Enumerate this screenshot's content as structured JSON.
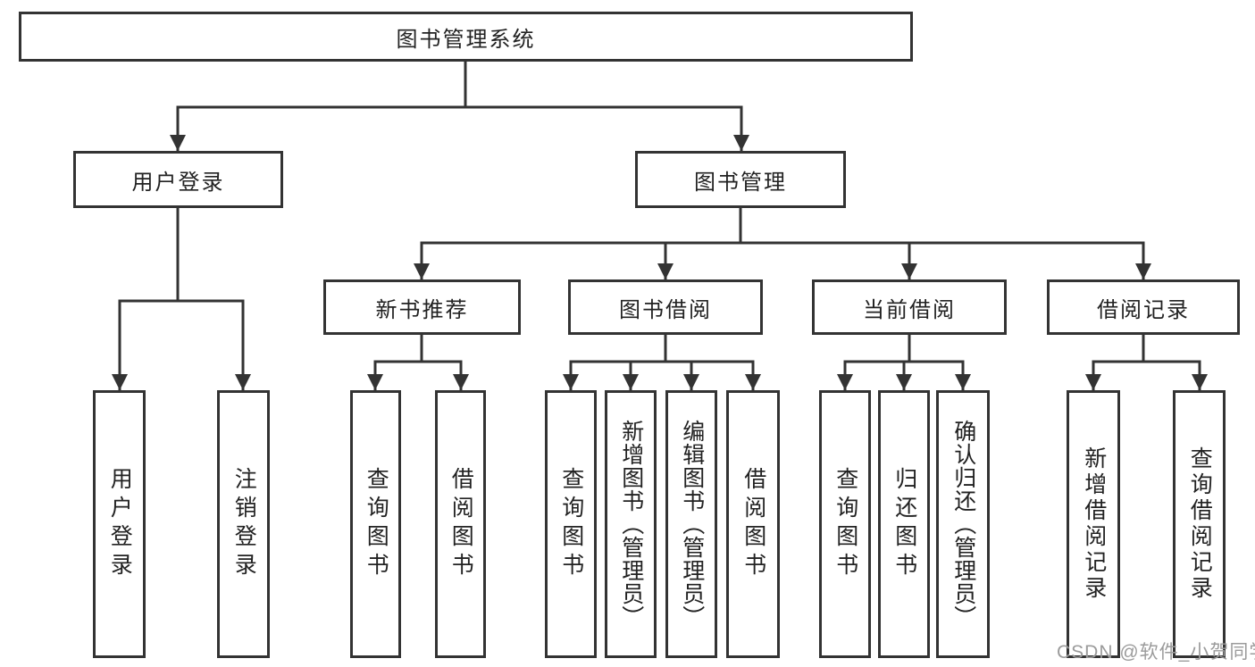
{
  "tree": {
    "root": "图书管理系统",
    "children": [
      {
        "label": "用户登录",
        "children": [
          "用户登录",
          "注销登录"
        ]
      },
      {
        "label": "图书管理",
        "children": [
          {
            "label": "新书推荐",
            "children": [
              "查询图书",
              "借阅图书"
            ]
          },
          {
            "label": "图书借阅",
            "children": [
              "查询图书",
              "新增图书（管理员）",
              "编辑图书（管理员）",
              "借阅图书"
            ]
          },
          {
            "label": "当前借阅",
            "children": [
              "查询图书",
              "归还图书",
              "确认归还（管理员）"
            ]
          },
          {
            "label": "借阅记录",
            "children": [
              "新增借阅记录",
              "查询借阅记录"
            ]
          }
        ]
      }
    ]
  },
  "watermark": "CSDN @软件_小贺同学",
  "colors": {
    "line": "#333333",
    "text": "#222222",
    "box_background": "#ffffff",
    "watermark": "#9b9b9b"
  }
}
